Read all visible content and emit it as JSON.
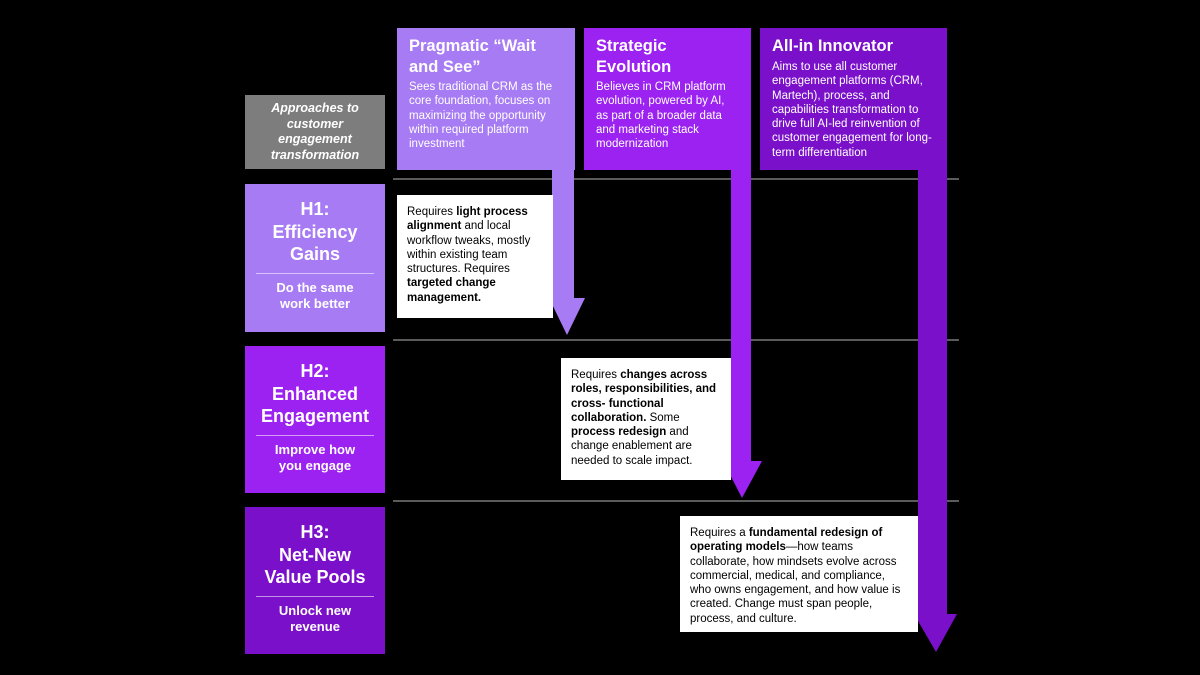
{
  "left_column": {
    "approaches_label": "Approaches to customer engagement transformation",
    "horizons": [
      {
        "title_line1": "H1:",
        "title_line2": "Efficiency",
        "title_line3": "Gains",
        "subtitle": "Do the same work better"
      },
      {
        "title_line1": "H2:",
        "title_line2": "Enhanced",
        "title_line3": "Engagement",
        "subtitle": "Improve how you engage"
      },
      {
        "title_line1": "H3:",
        "title_line2": "Net-New",
        "title_line3": "Value Pools",
        "subtitle": "Unlock new revenue"
      }
    ]
  },
  "columns": [
    {
      "title": "Pragmatic “Wait and See”",
      "description": "Sees traditional CRM as the core foundation, focuses on maximizing the opportunity within required platform investment",
      "color": "#a77bf3"
    },
    {
      "title": "Strategic Evolution",
      "description": "Believes in CRM platform evolution, powered by AI, as part of a broader data and marketing stack modernization",
      "color": "#9b22f0"
    },
    {
      "title": "All-in Innovator",
      "description": "Aims to use all customer engagement platforms (CRM, Martech), process, and capabilities transformation to drive full AI-led reinvention of customer engagement for long-term differentiation",
      "color": "#7a10c9"
    }
  ],
  "notes": [
    {
      "p1": "Requires ",
      "b1": "light process alignment",
      "p2": " and local workflow tweaks, mostly within existing team structures. Requires ",
      "b2": "targeted change management.",
      "p3": ""
    },
    {
      "p1": "Requires ",
      "b1": "changes across roles, responsibilities, and cross- functional collaboration.",
      "p2": " Some ",
      "b2": "process redesign",
      "p3": " and change enablement are needed to scale impact."
    },
    {
      "p1": "Requires a ",
      "b1": "fundamental redesign of operating models",
      "p2": "—how teams collaborate, how mindsets evolve across commercial, medical, and compliance, who owns engagement, and how value is created. Change must span people, process, and culture.",
      "b2": "",
      "p3": ""
    }
  ]
}
